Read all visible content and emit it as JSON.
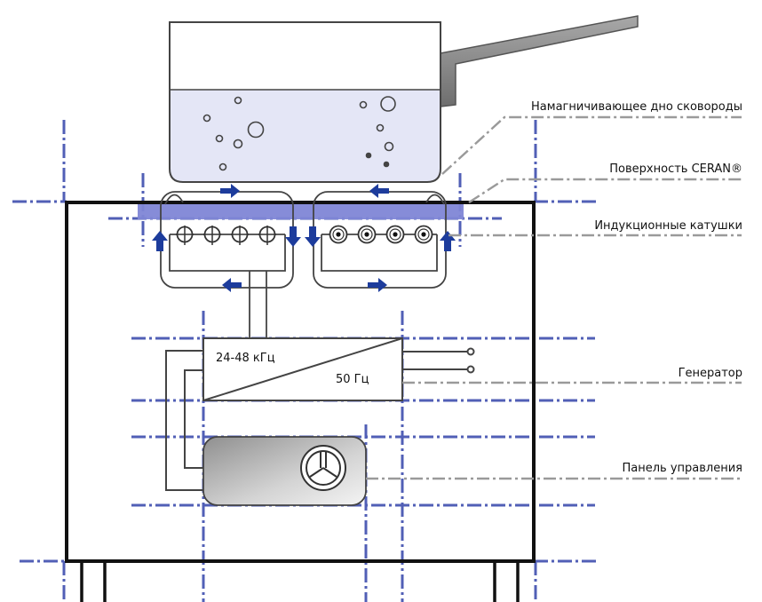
{
  "diagram": {
    "title": "Induction cooktop schematic",
    "colors": {
      "center_line": "#3344aa",
      "leader_line": "#999999",
      "outline": "#111111",
      "liquid_fill": "#e4e6f6",
      "ceran_band": "#7f86d6",
      "arrow": "#1d3c9c",
      "handle": "#8a8a8a",
      "panel_gradient_dark": "#8f8f8f",
      "panel_gradient_light": "#f2f2f2"
    },
    "callouts": [
      {
        "id": "pan-bottom",
        "text": "Намагничивающее дно сковороды"
      },
      {
        "id": "ceran-surface",
        "text": "Поверхность CERAN®"
      },
      {
        "id": "induction-coils",
        "text": "Индукционные катушки"
      },
      {
        "id": "generator",
        "text": "Генератор"
      },
      {
        "id": "control-panel",
        "text": "Панель управления"
      }
    ],
    "generator": {
      "high_freq": "24-48 кГц",
      "mains_freq": "50 Гц"
    },
    "coils": {
      "left_count": 4,
      "left_symbol": "current-into-page",
      "right_count": 4,
      "right_symbol": "current-out-of-page"
    }
  }
}
